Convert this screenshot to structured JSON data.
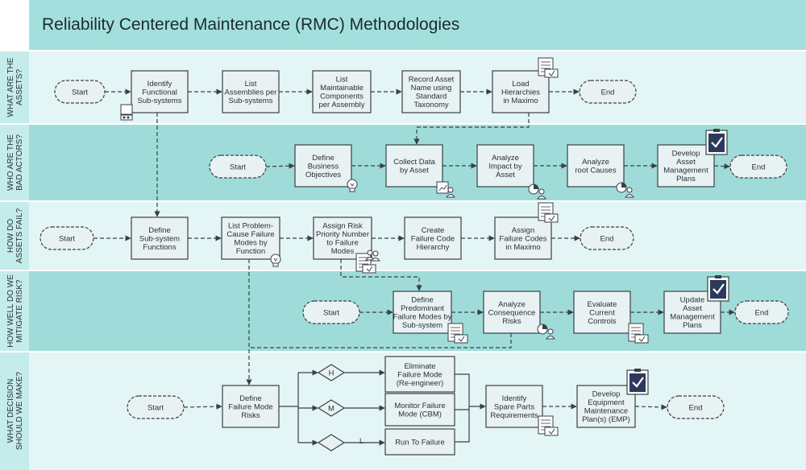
{
  "title": "Reliability Centered Maintenance (RMC) Methodologies",
  "colors": {
    "header_bg": "#a3e0dd",
    "lane_light": "#e4f5f6",
    "lane_mid": "#9fdcd9",
    "label_col": "#c4ecea",
    "box_fill": "#e8f2f3",
    "stroke": "#3a3f47",
    "text": "#2b2f36",
    "check_fill": "#2b3a5c"
  },
  "lanes": [
    {
      "label_lines": [
        "WHAT ARE THE",
        "ASSETS?"
      ]
    },
    {
      "label_lines": [
        "WHO ARE THE",
        "BAD ACTORS?"
      ]
    },
    {
      "label_lines": [
        "HOW DO",
        "ASSETS FAIL?"
      ]
    },
    {
      "label_lines": [
        "HOW WELL DO WE",
        "MITIGATE RISK?"
      ]
    },
    {
      "label_lines": [
        "WHAT DECISION",
        "SHOULD WE MAKE?"
      ]
    }
  ],
  "nodes": {
    "start1": {
      "type": "pill",
      "lines": [
        "Start"
      ]
    },
    "identify-functional": {
      "type": "box",
      "lines": [
        "Identify",
        "Functional",
        "Sub-systems"
      ]
    },
    "list-assemblies": {
      "type": "box",
      "lines": [
        "List",
        "Assemblies per",
        "Sub-systems"
      ]
    },
    "list-maintainable": {
      "type": "box",
      "lines": [
        "List",
        "Maintainable",
        "Components",
        "per Assembly"
      ]
    },
    "record-asset": {
      "type": "box",
      "lines": [
        "Record Asset",
        "Name using",
        "Standard",
        "Taxonomy"
      ]
    },
    "load-hierarchies": {
      "type": "box",
      "lines": [
        "Load",
        "Hierarchies",
        "in Maximo"
      ]
    },
    "end1": {
      "type": "pill",
      "lines": [
        "End"
      ]
    },
    "start2": {
      "type": "pill",
      "lines": [
        "Start"
      ]
    },
    "define-business": {
      "type": "box",
      "lines": [
        "Define",
        "Business",
        "Objectives"
      ]
    },
    "collect-data": {
      "type": "box",
      "lines": [
        "Collect Data",
        "by Asset"
      ]
    },
    "analyze-impact": {
      "type": "box",
      "lines": [
        "Analyze",
        "Impact by",
        "Asset"
      ]
    },
    "analyze-root": {
      "type": "box",
      "lines": [
        "Analyze",
        "root Causes"
      ]
    },
    "develop-asset": {
      "type": "box",
      "lines": [
        "Develop",
        "Asset",
        "Management",
        "Plans"
      ]
    },
    "end2": {
      "type": "pill",
      "lines": [
        "End"
      ]
    },
    "start3": {
      "type": "pill",
      "lines": [
        "Start"
      ]
    },
    "define-subsystem": {
      "type": "box",
      "lines": [
        "Define",
        "Sub-system",
        "Functions"
      ]
    },
    "list-problem": {
      "type": "box",
      "lines": [
        "List Problem-",
        "Cause Failure",
        "Modes by",
        "Function"
      ]
    },
    "assign-risk": {
      "type": "box",
      "lines": [
        "Assign Risk",
        "Priority Number",
        "to Failure",
        "Modes"
      ]
    },
    "create-failure": {
      "type": "box",
      "lines": [
        "Create",
        "Failure Code",
        "Hierarchy"
      ]
    },
    "assign-failure-codes": {
      "type": "box",
      "lines": [
        "Assign",
        "Failure Codes",
        "in Maximo"
      ]
    },
    "end3": {
      "type": "pill",
      "lines": [
        "End"
      ]
    },
    "start4": {
      "type": "pill",
      "lines": [
        "Start"
      ]
    },
    "define-predominant": {
      "type": "box",
      "lines": [
        "Define",
        "Predominant",
        "Failure Modes by",
        "Sub-system"
      ]
    },
    "analyze-consequence": {
      "type": "box",
      "lines": [
        "Analyze",
        "Consequence",
        "Risks"
      ]
    },
    "evaluate-controls": {
      "type": "box",
      "lines": [
        "Evaluate",
        "Current",
        "Controls"
      ]
    },
    "update-asset": {
      "type": "box",
      "lines": [
        "Update",
        "Asset",
        "Management",
        "Plans"
      ]
    },
    "end4": {
      "type": "pill",
      "lines": [
        "End"
      ]
    },
    "start5": {
      "type": "pill",
      "lines": [
        "Start"
      ]
    },
    "define-failure-mode-risks": {
      "type": "box",
      "lines": [
        "Define",
        "Failure Mode",
        "Risks"
      ]
    },
    "diamond-h": {
      "type": "diamond",
      "lines": [
        "H"
      ]
    },
    "diamond-m": {
      "type": "diamond",
      "lines": [
        "M"
      ]
    },
    "diamond-l": {
      "type": "diamond",
      "lines": [
        ""
      ]
    },
    "eliminate": {
      "type": "box",
      "lines": [
        "Eliminate",
        "Failure Mode",
        "(Re-engineer)"
      ]
    },
    "monitor": {
      "type": "box",
      "lines": [
        "Monitor Failure",
        "Mode (CBM)"
      ]
    },
    "run-to-failure": {
      "type": "box",
      "lines": [
        "Run To Failure"
      ]
    },
    "identify-spare": {
      "type": "box",
      "lines": [
        "Identify",
        "Spare Parts",
        "Requirements"
      ]
    },
    "develop-equipment": {
      "type": "box",
      "lines": [
        "Develop",
        "Equipment",
        "Maintenance",
        "Plan(s) (EMP)"
      ]
    },
    "end5": {
      "type": "pill",
      "lines": [
        "End"
      ]
    }
  },
  "edge_labels": {
    "low": "L"
  },
  "icons": [
    {
      "name": "database-icon"
    },
    {
      "name": "document-icon"
    },
    {
      "name": "lightbulb-icon"
    },
    {
      "name": "document-icon"
    },
    {
      "name": "chart-people-icon"
    },
    {
      "name": "pie-people-icon"
    },
    {
      "name": "pie-people-icon"
    },
    {
      "name": "checklist-icon"
    },
    {
      "name": "document-icon"
    },
    {
      "name": "lightbulb-icon"
    },
    {
      "name": "people-icon"
    },
    {
      "name": "document-icon"
    },
    {
      "name": "pie-people-icon"
    },
    {
      "name": "document-icon"
    },
    {
      "name": "checklist-icon"
    },
    {
      "name": "document-icon"
    },
    {
      "name": "checklist-icon"
    }
  ]
}
